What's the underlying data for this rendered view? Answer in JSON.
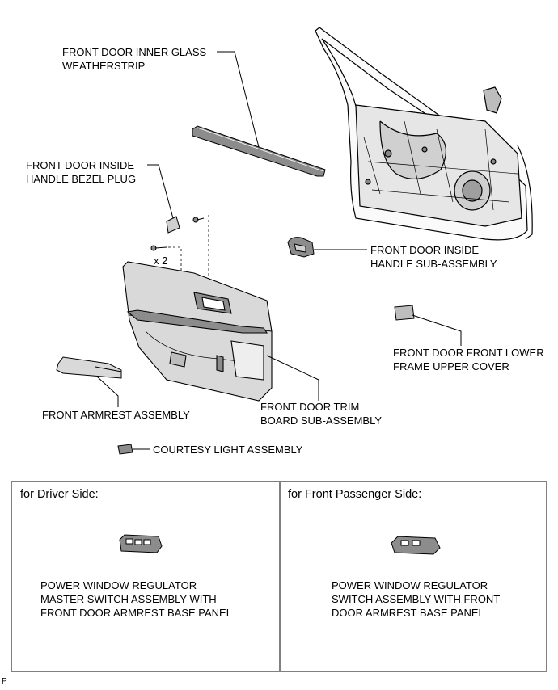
{
  "labels": {
    "inner_glass_weatherstrip": "FRONT DOOR INNER GLASS\nWEATHERSTRIP",
    "inside_handle_bezel_plug": "FRONT DOOR INSIDE\nHANDLE BEZEL PLUG",
    "screw_count": "x 2",
    "inside_handle_sub_assembly": "FRONT DOOR INSIDE\nHANDLE SUB-ASSEMBLY",
    "lower_frame_upper_cover": "FRONT DOOR FRONT LOWER\nFRAME UPPER COVER",
    "trim_board_sub_assembly": "FRONT DOOR TRIM\nBOARD SUB-ASSEMBLY",
    "armrest_assembly": "FRONT ARMREST ASSEMBLY",
    "courtesy_light_assembly": "COURTESY LIGHT ASSEMBLY"
  },
  "driver_box": {
    "title": "for Driver Side:",
    "part_label": "POWER WINDOW REGULATOR\nMASTER SWITCH ASSEMBLY WITH\nFRONT DOOR ARMREST BASE PANEL"
  },
  "passenger_box": {
    "title": "for Front Passenger Side:",
    "part_label": "POWER WINDOW REGULATOR\nSWITCH ASSEMBLY WITH FRONT\nDOOR ARMREST BASE PANEL"
  },
  "figure_code": "P",
  "colors": {
    "line": "#000000",
    "part_fill": "#d9d9d9",
    "part_dark": "#8c8c8c",
    "background": "#ffffff"
  }
}
